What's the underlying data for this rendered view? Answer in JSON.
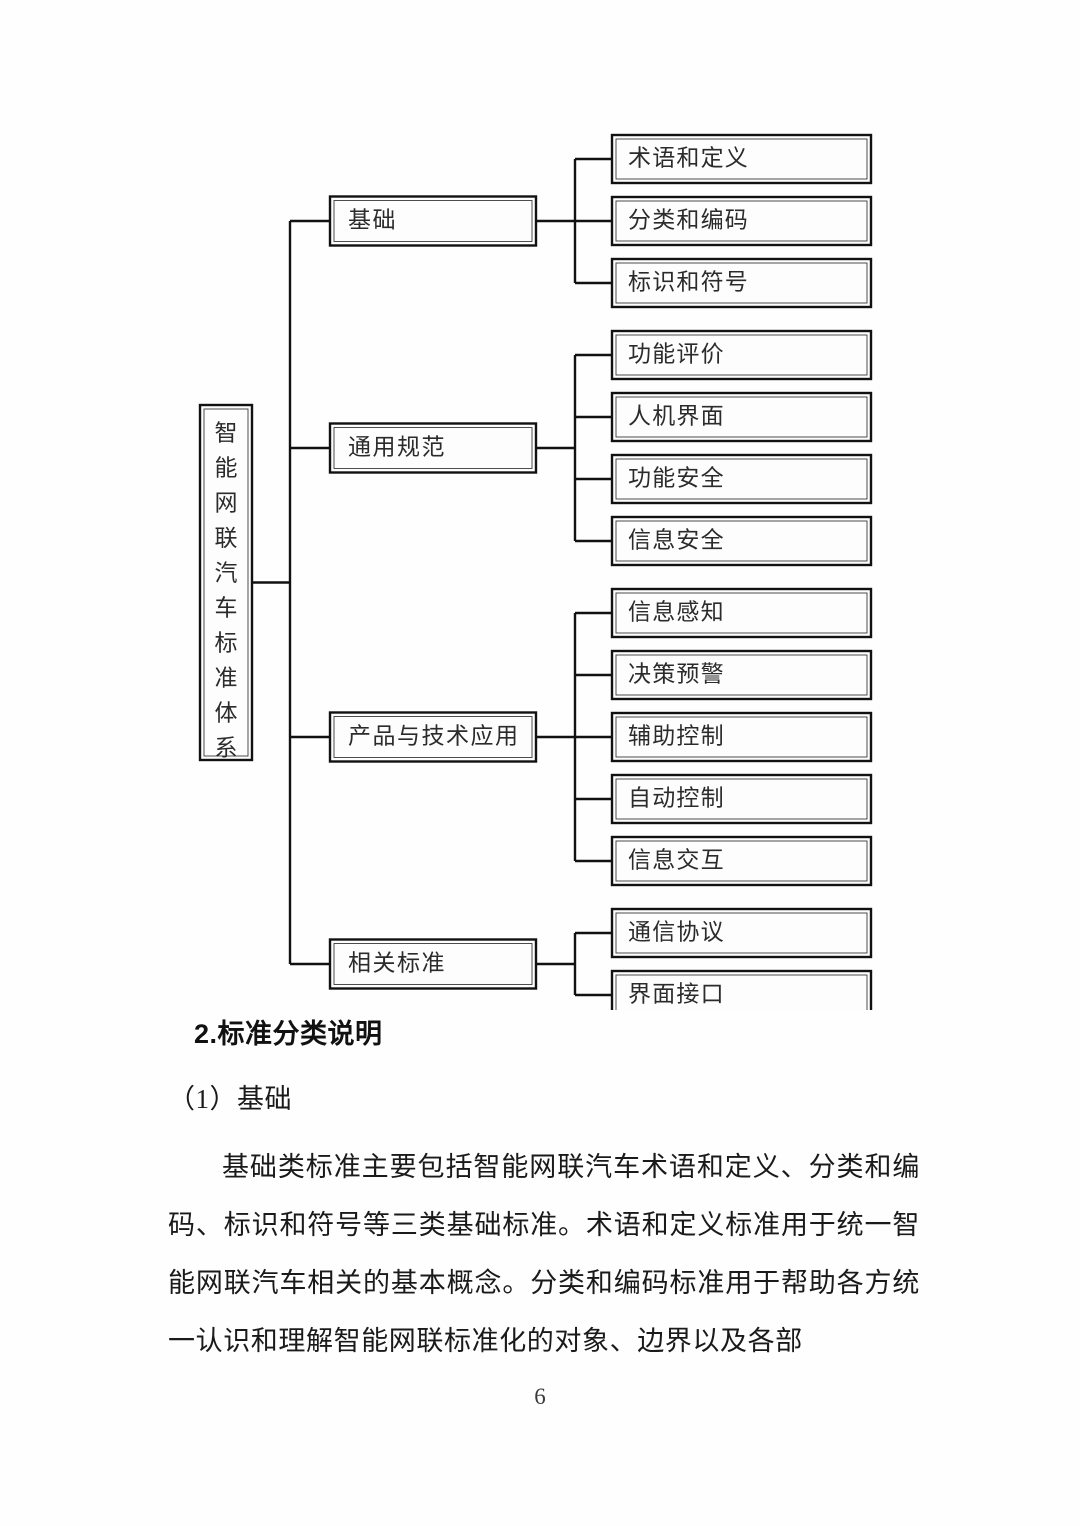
{
  "document": {
    "page_number": "6"
  },
  "diagram": {
    "type": "tree",
    "orientation": "left-to-right",
    "root": {
      "label": "智能网联汽车标准体系",
      "vertical_text": true
    },
    "branches": [
      {
        "label": "基础",
        "children": [
          "术语和定义",
          "分类和编码",
          "标识和符号"
        ]
      },
      {
        "label": "通用规范",
        "children": [
          "功能评价",
          "人机界面",
          "功能安全",
          "信息安全"
        ]
      },
      {
        "label": "产品与技术应用",
        "children": [
          "信息感知",
          "决策预警",
          "辅助控制",
          "自动控制",
          "信息交互"
        ]
      },
      {
        "label": "相关标准",
        "children": [
          "通信协议",
          "界面接口"
        ]
      }
    ],
    "colors": {
      "box_stroke": "#111111",
      "box_fill": "#fdfdfd",
      "connector": "#111111",
      "text": "#2b2b2b"
    }
  },
  "content": {
    "heading": "2.标准分类说明",
    "subheading": "（1）基础",
    "paragraph": "基础类标准主要包括智能网联汽车术语和定义、分类和编码、标识和符号等三类基础标准。术语和定义标准用于统一智能网联汽车相关的基本概念。分类和编码标准用于帮助各方统一认识和理解智能网联标准化的对象、边界以及各部"
  }
}
